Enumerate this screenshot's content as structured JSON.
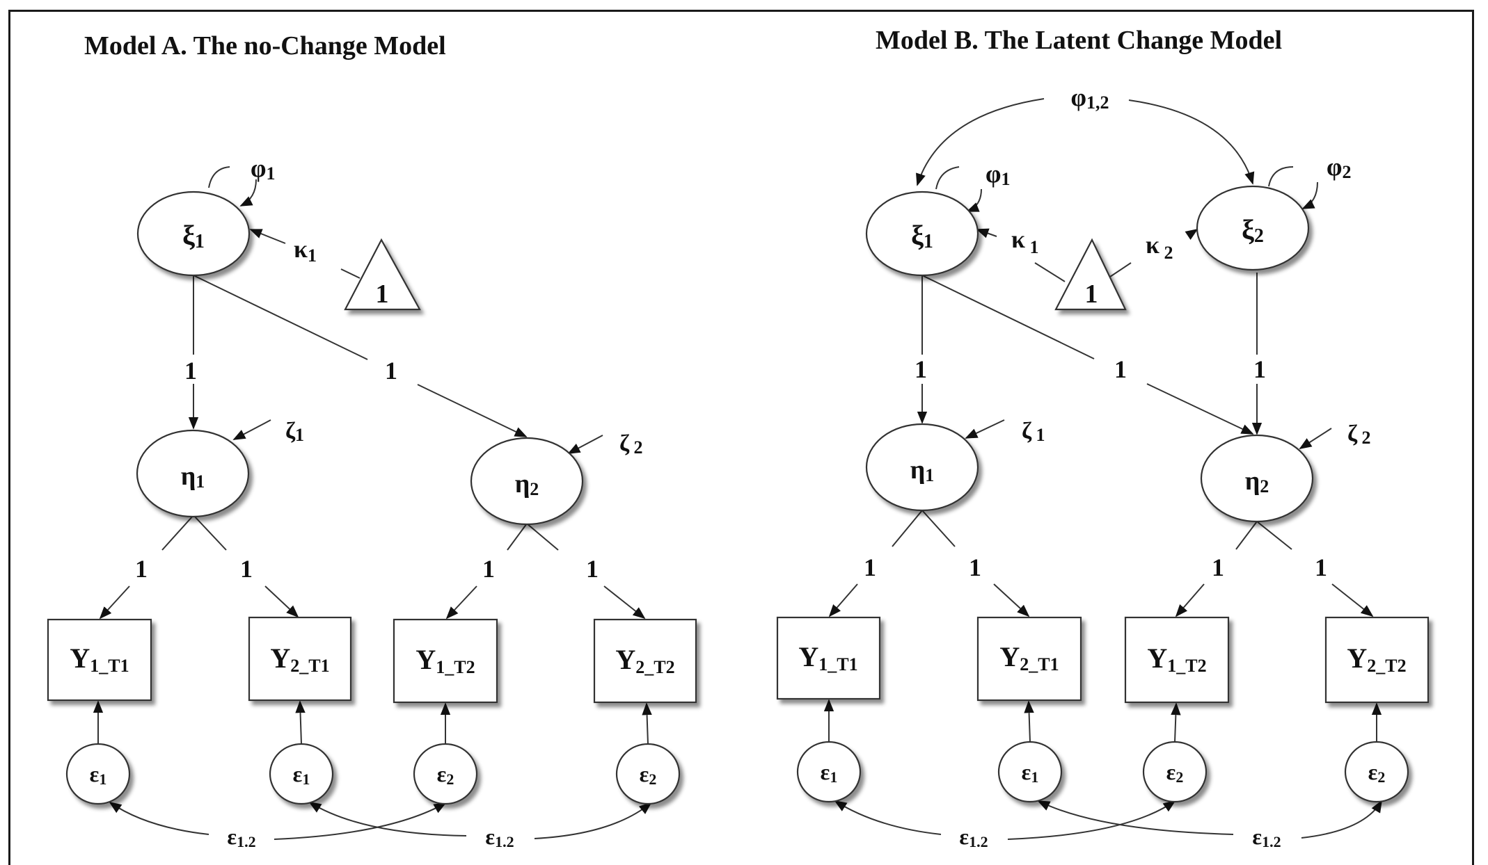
{
  "diagrams": [
    {
      "id": "model-a",
      "title": "Model A. The no-Change Model",
      "latent_top": [
        {
          "id": "xi1",
          "symbol": "ξ",
          "sub": "1",
          "variance_label": {
            "symbol": "φ",
            "sub": "1"
          },
          "mean_label": {
            "symbol": "κ",
            "sub": "1"
          }
        }
      ],
      "constant": "1",
      "latent_mid": [
        {
          "id": "eta1",
          "symbol": "η",
          "sub": "1",
          "disturbance": {
            "symbol": "ζ",
            "sub": "1"
          }
        },
        {
          "id": "eta2",
          "symbol": "η",
          "sub": "2",
          "disturbance": {
            "symbol": "ζ",
            "sub": " 2"
          }
        }
      ],
      "paths_top": [
        {
          "from": "xi1",
          "to": "eta1",
          "loading": "1"
        },
        {
          "from": "xi1",
          "to": "eta2",
          "loading": "1"
        }
      ],
      "observed": [
        {
          "symbol": "Y",
          "sub": "1_T1",
          "loading": "1",
          "error": {
            "symbol": "ε",
            "sub": "1"
          }
        },
        {
          "symbol": "Y",
          "sub": "2_T1",
          "loading": "1",
          "error": {
            "symbol": "ε",
            "sub": "1"
          }
        },
        {
          "symbol": "Y",
          "sub": "1_T2",
          "loading": "1",
          "error": {
            "symbol": "ε",
            "sub": "2"
          }
        },
        {
          "symbol": "Y",
          "sub": "2_T2",
          "loading": "1",
          "error": {
            "symbol": "ε",
            "sub": "2"
          }
        }
      ],
      "error_covariances": [
        {
          "symbol": "ε",
          "sub": "1.2"
        },
        {
          "symbol": "ε",
          "sub": "1.2"
        }
      ]
    },
    {
      "id": "model-b",
      "title": "Model B. The Latent Change Model",
      "covariance_label": {
        "symbol": "φ",
        "sub": "1,2"
      },
      "latent_top": [
        {
          "id": "xi1",
          "symbol": "ξ",
          "sub": "1",
          "variance_label": {
            "symbol": "φ",
            "sub": "1"
          },
          "mean_label": {
            "symbol": "κ",
            "sub": " 1"
          }
        },
        {
          "id": "xi2",
          "symbol": "ξ",
          "sub": "2",
          "variance_label": {
            "symbol": "φ",
            "sub": "2"
          },
          "mean_label": {
            "symbol": "κ",
            "sub": " 2"
          }
        }
      ],
      "constant": "1",
      "latent_mid": [
        {
          "id": "eta1",
          "symbol": "η",
          "sub": "1",
          "disturbance": {
            "symbol": "ζ",
            "sub": " 1"
          }
        },
        {
          "id": "eta2",
          "symbol": "η",
          "sub": "2",
          "disturbance": {
            "symbol": "ζ",
            "sub": " 2"
          }
        }
      ],
      "paths_top": [
        {
          "from": "xi1",
          "to": "eta1",
          "loading": "1"
        },
        {
          "from": "xi1",
          "to": "eta2",
          "loading": "1"
        },
        {
          "from": "xi2",
          "to": "eta2",
          "loading": "1"
        }
      ],
      "observed": [
        {
          "symbol": "Y",
          "sub": "1_T1",
          "loading": "1",
          "error": {
            "symbol": "ε",
            "sub": "1"
          }
        },
        {
          "symbol": "Y",
          "sub": "2_T1",
          "loading": "1",
          "error": {
            "symbol": "ε",
            "sub": "1"
          }
        },
        {
          "symbol": "Y",
          "sub": "1_T2",
          "loading": "1",
          "error": {
            "symbol": "ε",
            "sub": "2"
          }
        },
        {
          "symbol": "Y",
          "sub": "2_T2",
          "loading": "1",
          "error": {
            "symbol": "ε",
            "sub": "2"
          }
        }
      ],
      "error_covariances": [
        {
          "symbol": "ε",
          "sub": "1.2"
        },
        {
          "symbol": "ε",
          "sub": "1.2"
        }
      ]
    }
  ]
}
